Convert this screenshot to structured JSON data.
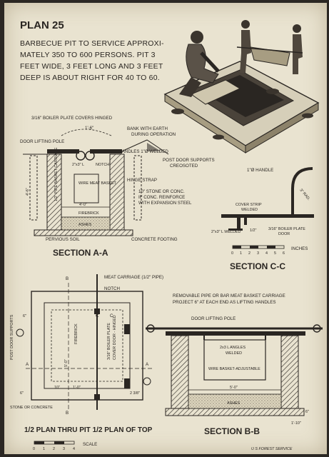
{
  "plan_title": "PLAN 25",
  "intro_lines": [
    "BARBECUE PIT TO SERVICE APPROXI-",
    "MATELY 350 TO 600 PERSONS. PIT 3",
    "FEET WIDE, 3 FEET LONG AND 3 FEET",
    "DEEP IS ABOUT RIGHT FOR 40 TO 60."
  ],
  "section_aa": {
    "title": "SECTION A-A",
    "labels": {
      "boiler_cover": "3/16\" BOILER PLATE COVERS HINGED",
      "width_top": "1'-6\"",
      "bank": "BANK WITH EARTH",
      "during_op": "DURING OPERATION",
      "door_pole": "DOOR LIFTING POLE",
      "door_handles": "DOOR HANDLES 1\"Ø WELDED",
      "angle": "2\"x3\" L",
      "notch": "NOTCH",
      "post_supports": "POST DOOR SUPPORTS",
      "creosoted": "CREOSOTED",
      "pipe_carriage": "1/2\" PIPE BASKET CARRIAGE",
      "wire_basket": "WIRE MEAT BASKET",
      "hinge_strap": "HINGE STRAP",
      "stone1": "10\" STONE OR CONC.",
      "stone2": "IF CONC. REINFORCE",
      "stone3": "WITH EXPANSION STEEL",
      "depth": "4'-6\"",
      "width": "4'-0\"",
      "firebrick": "FIREBRICK",
      "ashes": "ASHES",
      "soil": "PERVIOUS SOIL",
      "footing": "CONCRETE FOOTING"
    }
  },
  "section_cc": {
    "title": "SECTION C-C",
    "labels": {
      "handle": "1\"Ø HANDLE",
      "rad": "3\" RAD.",
      "cover_strip": "COVER STRIP",
      "welded": "WELDED",
      "angle": "2\"x3\" L WELDED",
      "door": "3/16\" BOILER PLATE",
      "door2": "DOOR",
      "half": "1/2\""
    },
    "scale_ticks": [
      "0",
      "1",
      "2",
      "3",
      "4",
      "5",
      "6"
    ],
    "scale_unit": "INCHES"
  },
  "plan": {
    "meat_carriage": "MEAT CARRIAGE (1/2\" PIPE)",
    "notch": "NOTCH",
    "firebrick": "FIREBRICK",
    "boiler": "3/16\" BOILER PLATE",
    "cover": "COVER DOOR - HINGED",
    "post_supports": "POST DOOR SUPPORTS",
    "stone": "STONE OR CONCRETE",
    "dim_5": "5'-0\"",
    "dim_6a": "6\"",
    "dim_6b": "6\"",
    "dim_10": "10\"",
    "dim_1": "1'-0\"",
    "dim_23": "2 3/8\"",
    "mark_a": "A",
    "mark_b": "B",
    "mark_c": "C",
    "caption": "1/2 PLAN THRU PIT  1/2 PLAN OF TOP",
    "scale_ticks": [
      "0",
      "1",
      "2",
      "3",
      "4"
    ],
    "scale_unit": "SCALE"
  },
  "section_bb": {
    "title": "SECTION B-B",
    "note1": "REMOVABLE PIPE OR BAR MEAT BASKET CARRIAGE",
    "note2": "PROJECT 6\" AT EACH END AS LIFTING HANDLES",
    "door_pole": "DOOR LIFTING POLE",
    "angles": "2x3 L ANGLES",
    "welded": "WELDED",
    "basket": "WIRE BASKET-ADJUSTABLE",
    "dim_5": "5'-0\"",
    "ashes": "ASHES",
    "dim_110": "1'-10\"",
    "dim_6": "6\""
  },
  "credit": "U S FOREST SERVICE"
}
